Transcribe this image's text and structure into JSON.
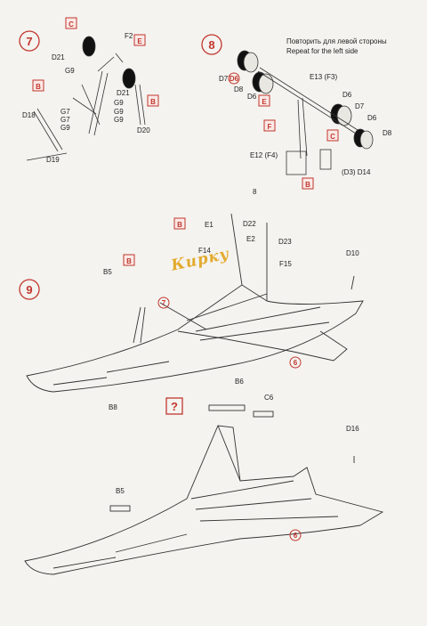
{
  "colors": {
    "accent": "#c2362e",
    "line": "#333333",
    "watermark": "#e2a31a"
  },
  "steps": [
    {
      "number": "7",
      "parts": [
        "C",
        "F2",
        "E",
        "D21",
        "G9",
        "D21",
        "G9",
        "G9",
        "G7",
        "G7",
        "G9",
        "G9",
        "B",
        "B",
        "D18",
        "D19",
        "D20"
      ]
    },
    {
      "number": "8",
      "parts": [
        "D7",
        "D6",
        "D8",
        "E",
        "D6",
        "E13 (F3)",
        "D6",
        "D7",
        "D6",
        "D8",
        "F",
        "E12 (F4)",
        "C",
        "(D3) D14",
        "B"
      ]
    },
    {
      "number": "9",
      "parts": [
        "B",
        "8",
        "E1",
        "D22",
        "E2",
        "D23",
        "F14",
        "F15",
        "B5",
        "B",
        "7",
        "D10",
        "6",
        "B8"
      ]
    },
    {
      "number": "?",
      "parts": [
        "B6",
        "C6",
        "D16",
        "B5",
        "6"
      ]
    }
  ],
  "note": {
    "line_ru": "Повторить для левой стороны",
    "line_en": "Repeat for the left side"
  },
  "watermark": "Кирку"
}
